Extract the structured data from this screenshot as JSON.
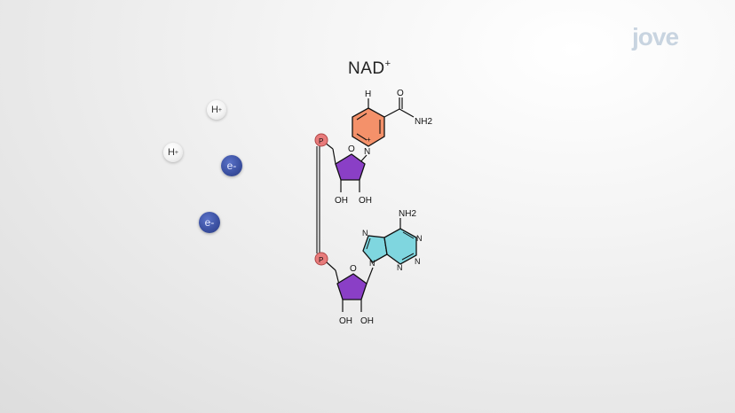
{
  "title": {
    "text": "NAD",
    "charge": "+"
  },
  "particles": {
    "proton_1": {
      "symbol": "H",
      "charge": "+"
    },
    "proton_2": {
      "symbol": "H",
      "charge": "+"
    },
    "electron_1": {
      "symbol": "e-"
    },
    "electron_2": {
      "symbol": "e-"
    }
  },
  "molecule": {
    "nicotinamide": {
      "h": "H",
      "o": "O",
      "nh2": "NH2",
      "n": "N",
      "plus": "+"
    },
    "ribose_1": {
      "oh_left": "OH",
      "oh_right": "OH",
      "o": "O"
    },
    "ribose_2": {
      "oh_left": "OH",
      "oh_right": "OH",
      "o": "O"
    },
    "phosphate_1": "P",
    "phosphate_2": "P",
    "adenine": {
      "nh2": "NH2",
      "n1": "N",
      "n2": "N",
      "n3": "N",
      "n4": "N",
      "n5": "N"
    }
  },
  "colors": {
    "nicotinamide_ring": "#f4916a",
    "ribose": "#8a3fc6",
    "adenine": "#7fd6df",
    "phosphate": "#e87b7b",
    "electron": "#3a4fa0"
  },
  "logo": {
    "text": "jove"
  }
}
